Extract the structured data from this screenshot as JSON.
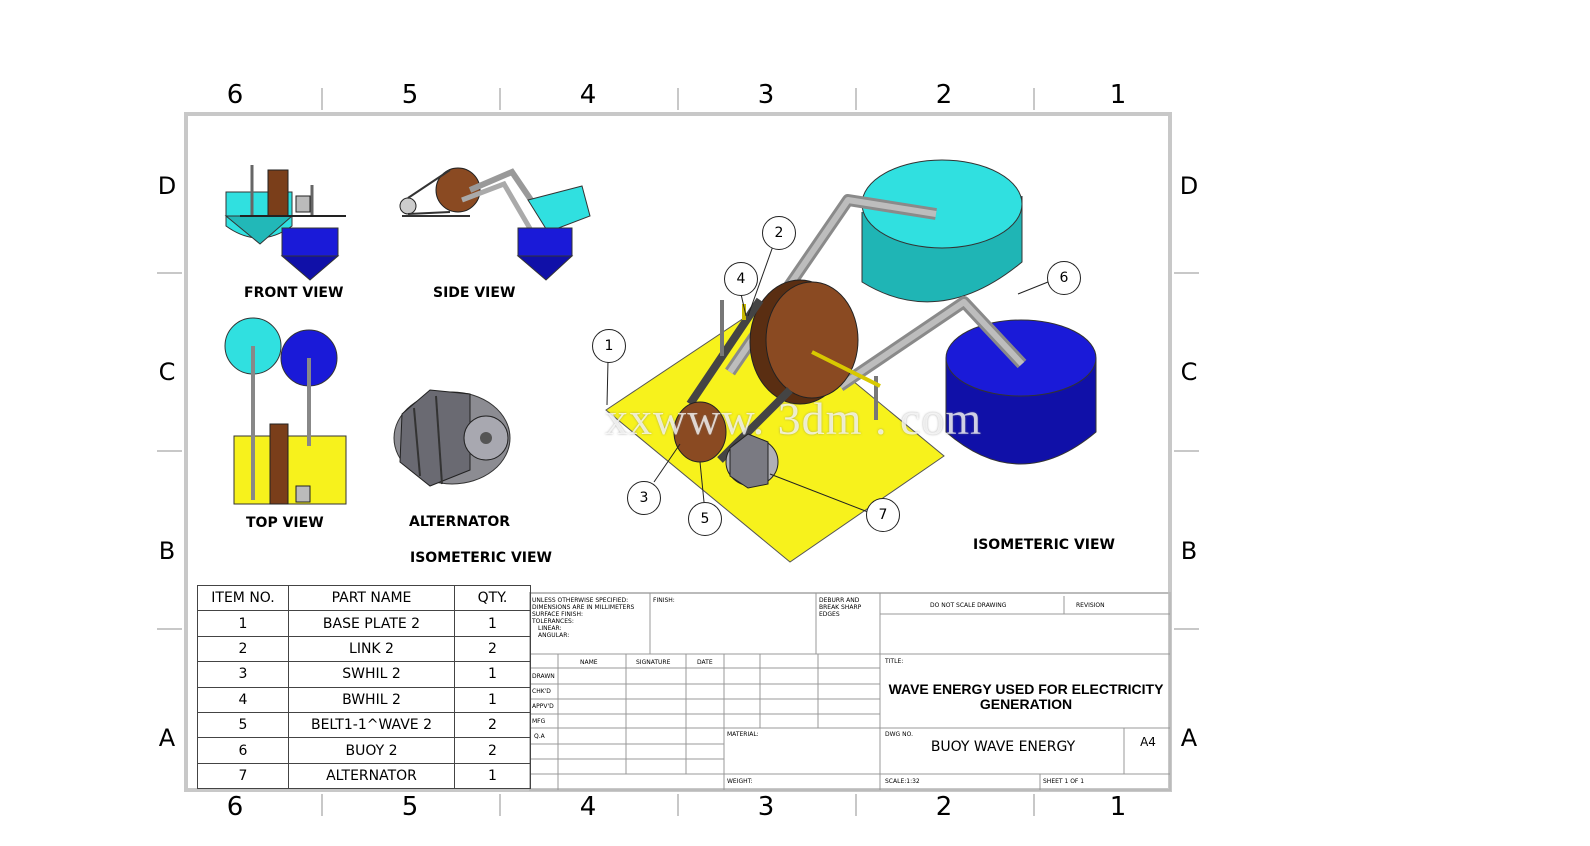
{
  "zones": {
    "columns": [
      "6",
      "5",
      "4",
      "3",
      "2",
      "1"
    ],
    "rows": [
      "D",
      "C",
      "B",
      "A"
    ]
  },
  "views": {
    "front": "FRONT VIEW",
    "side": "SIDE VIEW",
    "top": "TOP VIEW",
    "alternator": "ALTERNATOR",
    "iso_left": "ISOMETERIC VIEW",
    "iso_right": "ISOMETERIC VIEW"
  },
  "balloons": [
    "1",
    "2",
    "3",
    "4",
    "5",
    "6",
    "7"
  ],
  "watermark": "xxwww. 3dm . com",
  "bom": {
    "headers": [
      "ITEM NO.",
      "PART NAME",
      "QTY."
    ],
    "rows": [
      [
        "1",
        "BASE PLATE 2",
        "1"
      ],
      [
        "2",
        "LINK 2",
        "2"
      ],
      [
        "3",
        "SWHIL 2",
        "1"
      ],
      [
        "4",
        "BWHIL 2",
        "1"
      ],
      [
        "5",
        "BELT1-1^WAVE 2",
        "2"
      ],
      [
        "6",
        "BUOY 2",
        "2"
      ],
      [
        "7",
        "ALTERNATOR",
        "1"
      ]
    ]
  },
  "title_block": {
    "notes": [
      "UNLESS OTHERWISE SPECIFIED:",
      "DIMENSIONS ARE IN MILLIMETERS",
      "SURFACE FINISH:",
      "TOLERANCES:",
      "LINEAR:",
      "ANGULAR:"
    ],
    "finish": "FINISH:",
    "deburr": [
      "DEBURR AND",
      "BREAK SHARP",
      "EDGES"
    ],
    "do_not_scale": "DO NOT SCALE DRAWING",
    "revision": "REVISION",
    "col_headers": [
      "NAME",
      "SIGNATURE",
      "DATE"
    ],
    "row_labels": [
      "DRAWN",
      "CHK'D",
      "APPV'D",
      "MFG",
      "Q.A"
    ],
    "title_label": "TITLE:",
    "title": "WAVE ENERGY USED FOR ELECTRICITY GENERATION",
    "material": "MATERIAL:",
    "dwg_no_label": "DWG NO.",
    "dwg_no": "BUOY WAVE ENERGY",
    "size": "A4",
    "weight": "WEIGHT:",
    "scale": "SCALE:1:32",
    "sheet": "SHEET 1 OF 1"
  },
  "colors": {
    "base_plate": "#f7f21c",
    "buoy_cyan": "#30e0e0",
    "buoy_blue": "#1a1ad8",
    "wheel_brown": "#8a4a22",
    "link_gray": "#9a9a9a",
    "frame": "#c8c8c8"
  }
}
